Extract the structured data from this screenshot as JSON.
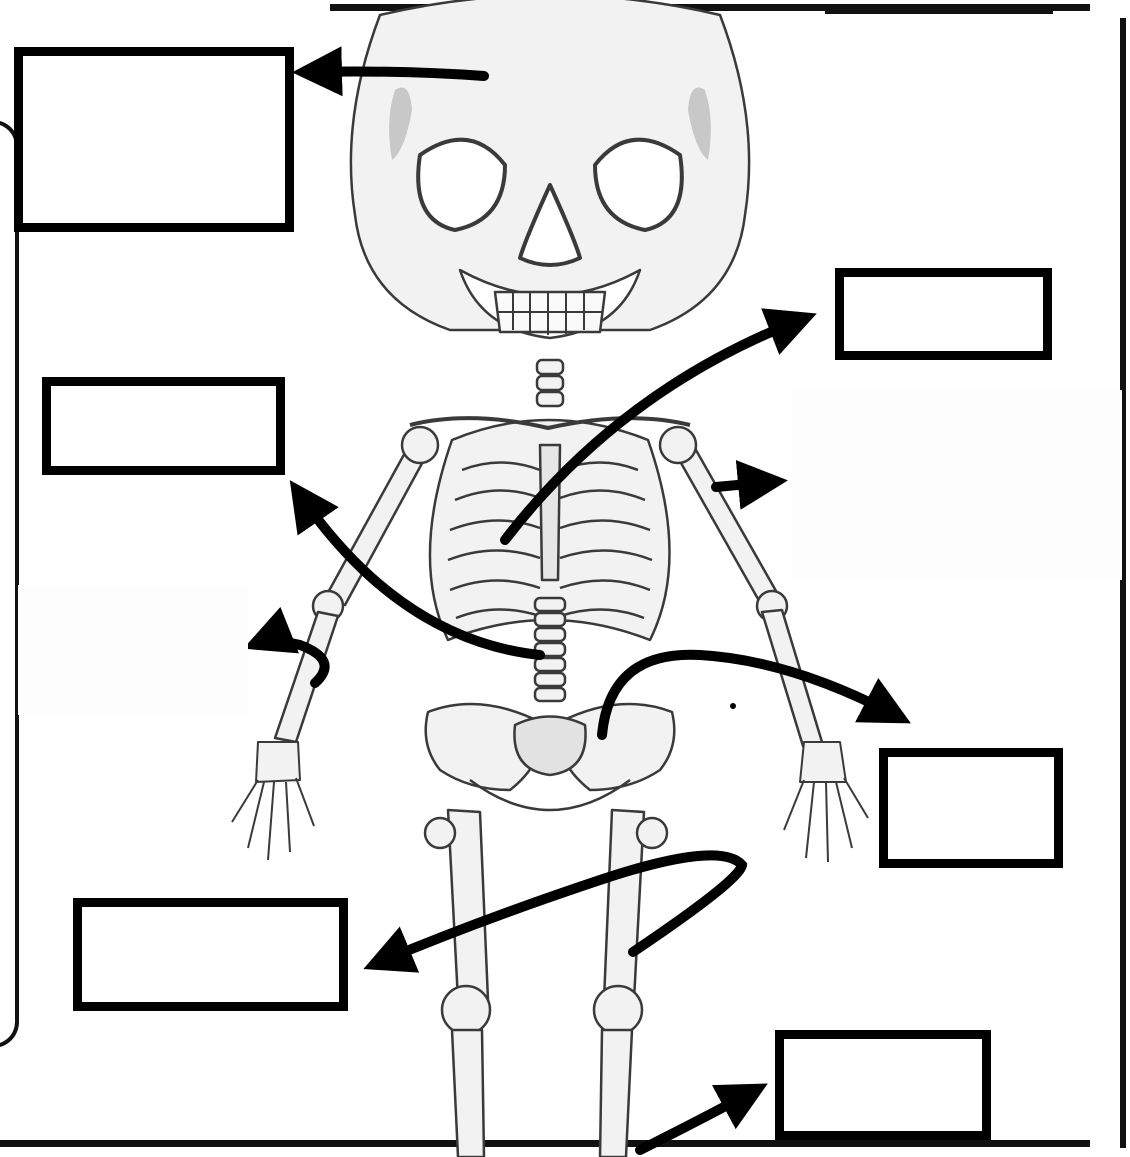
{
  "worksheet": {
    "label_boxes": [
      {
        "id": "skull",
        "text": ""
      },
      {
        "id": "ribs",
        "text": ""
      },
      {
        "id": "spine",
        "text": ""
      },
      {
        "id": "upper-arm",
        "text": ""
      },
      {
        "id": "forearm",
        "text": ""
      },
      {
        "id": "pelvis",
        "text": ""
      },
      {
        "id": "femur",
        "text": ""
      },
      {
        "id": "lower-leg",
        "text": ""
      }
    ]
  },
  "colors": {
    "line": "#000000",
    "bone_fill": "#f2f2f2",
    "bone_shade": "#c8c8c8",
    "bone_outline": "#3a3a3a"
  }
}
